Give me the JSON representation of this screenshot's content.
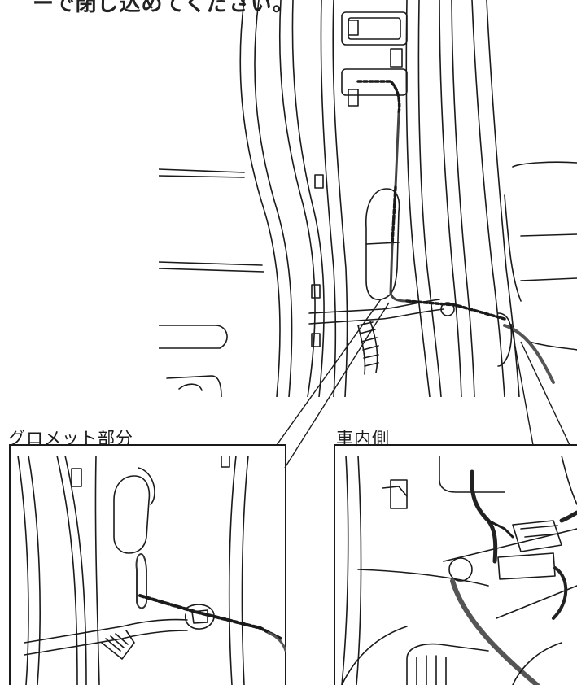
{
  "header": {
    "caption": "ーで閉じ込めてください。"
  },
  "callouts": {
    "grommet_label": "グロメット部分",
    "interior_label": "車内側"
  },
  "colors": {
    "line": "#1a1a1a",
    "cable": "#555555",
    "harness": "#222222",
    "background": "#ffffff"
  }
}
